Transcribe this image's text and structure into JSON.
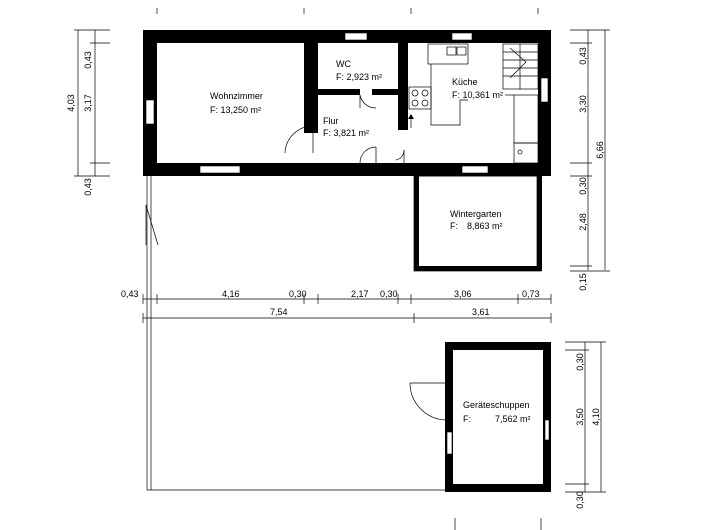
{
  "rooms": {
    "wohnzimmer": {
      "name": "Wohnzimmer",
      "area": "F: 13,250 m²"
    },
    "wc": {
      "name": "WC",
      "area": "F: 2,923 m²"
    },
    "kueche": {
      "name": "Küche",
      "area": "F: 10,361 m²"
    },
    "flur": {
      "name": "Flur",
      "area": "F: 3,821 m²"
    },
    "wintergarten": {
      "name": "Wintergarten",
      "area_prefix": "F:",
      "area": "8,863 m²"
    },
    "geraeteschuppen": {
      "name": "Geräteschuppen",
      "area_prefix": "F:",
      "area": "7,562 m²"
    }
  },
  "dimensions": {
    "left_vertical": [
      "0,43",
      "3,17",
      "0,43"
    ],
    "left_total": "4,03",
    "right_vertical": [
      "0,43",
      "3,30",
      "0,30",
      "2,48",
      "0,15"
    ],
    "right_total": "6,66",
    "horizontal_row1": [
      "0,43",
      "4,16",
      "0,30",
      "2,17",
      "0,30",
      "3,06",
      "0,73"
    ],
    "horizontal_row2": [
      "7,54",
      "3,61"
    ],
    "shed_vertical": [
      "0,30",
      "3,50",
      "0,30"
    ],
    "shed_total": "4,10"
  }
}
